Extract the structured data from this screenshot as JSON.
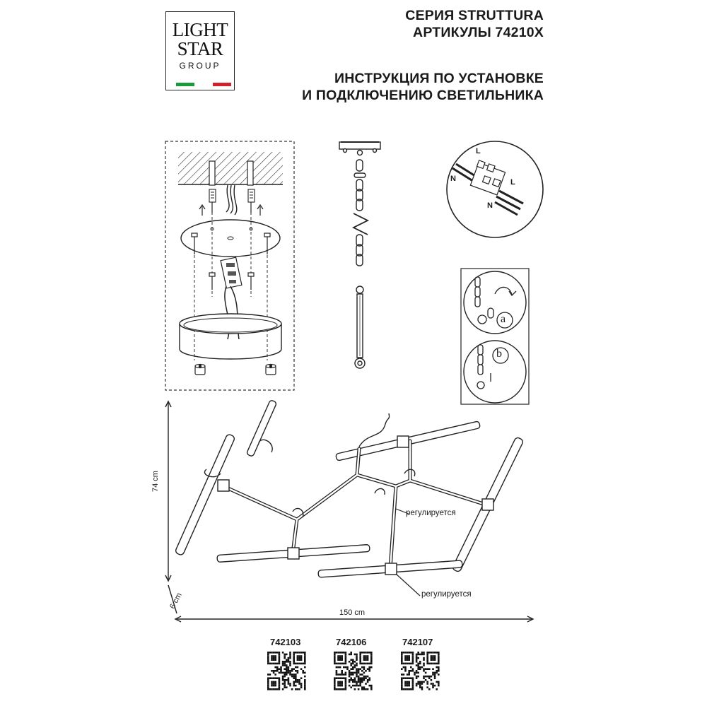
{
  "brand": {
    "line1": "LIGHT",
    "line2": "STAR",
    "line3": "GROUP",
    "flag_colors": [
      "#1a9a3a",
      "#ffffff",
      "#d4202a"
    ]
  },
  "header": {
    "series": "СЕРИЯ STRUTTURA",
    "articles": "АРТИКУЛЫ 74210X",
    "title_line1": "ИНСТРУКЦИЯ ПО УСТАНОВКЕ",
    "title_line2": "И ПОДКЛЮЧЕНИЮ СВЕТИЛЬНИКА"
  },
  "wiring": {
    "l_top": "L",
    "n_top": "N",
    "l_bottom": "L",
    "n_bottom": "N",
    "step_a": "a",
    "step_b": "b"
  },
  "dimensions": {
    "height": "74 cm",
    "depth": "6 cm",
    "width": "150 cm"
  },
  "annotations": {
    "adjustable_1": "регулируется",
    "adjustable_2": "регулируется"
  },
  "articles": [
    {
      "code": "742103"
    },
    {
      "code": "742106"
    },
    {
      "code": "742107"
    }
  ],
  "colors": {
    "ink": "#1a1a1a",
    "line": "#333333"
  }
}
